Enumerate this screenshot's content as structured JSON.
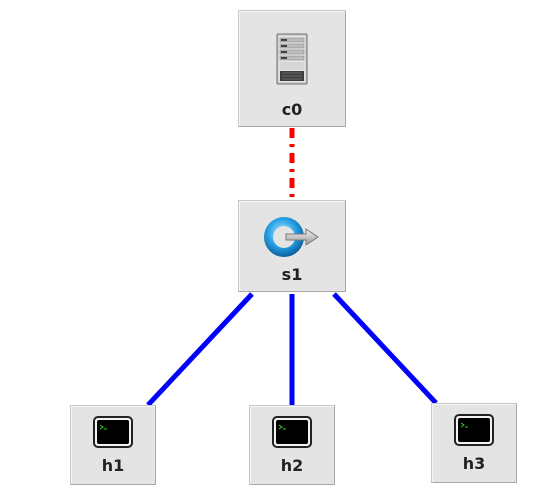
{
  "topology": {
    "controller": {
      "label": "c0",
      "icon": "server-icon"
    },
    "switch": {
      "label": "s1",
      "icon": "switch-icon"
    },
    "hosts": [
      {
        "label": "h1",
        "icon": "terminal-icon"
      },
      {
        "label": "h2",
        "icon": "terminal-icon"
      },
      {
        "label": "h3",
        "icon": "terminal-icon"
      }
    ],
    "links": {
      "control_link": {
        "from": "c0",
        "to": "s1",
        "style": "dotted",
        "color": "#ff0000"
      },
      "data_links": [
        {
          "from": "s1",
          "to": "h1",
          "style": "solid",
          "color": "#0000ff"
        },
        {
          "from": "s1",
          "to": "h2",
          "style": "solid",
          "color": "#0000ff"
        },
        {
          "from": "s1",
          "to": "h3",
          "style": "solid",
          "color": "#0000ff"
        }
      ]
    }
  }
}
